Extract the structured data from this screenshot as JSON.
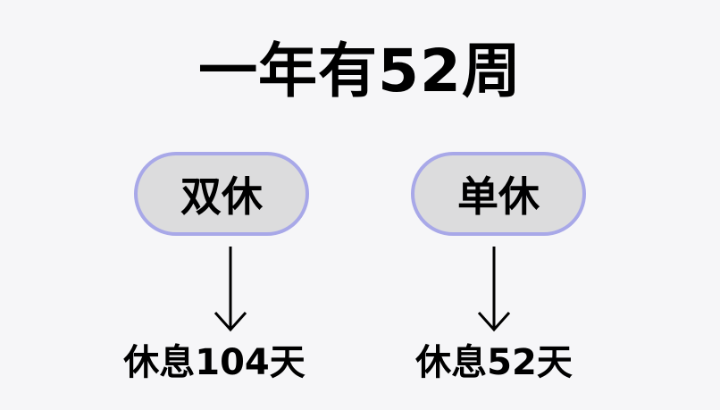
{
  "title": "一年有52周",
  "branches": [
    {
      "label": "双休",
      "result": "休息104天"
    },
    {
      "label": "单休",
      "result": "休息52天"
    }
  ],
  "colors": {
    "pill_border": "#a8a8e8",
    "pill_fill": "#dcdcdd",
    "background": "#f6f6f8"
  }
}
